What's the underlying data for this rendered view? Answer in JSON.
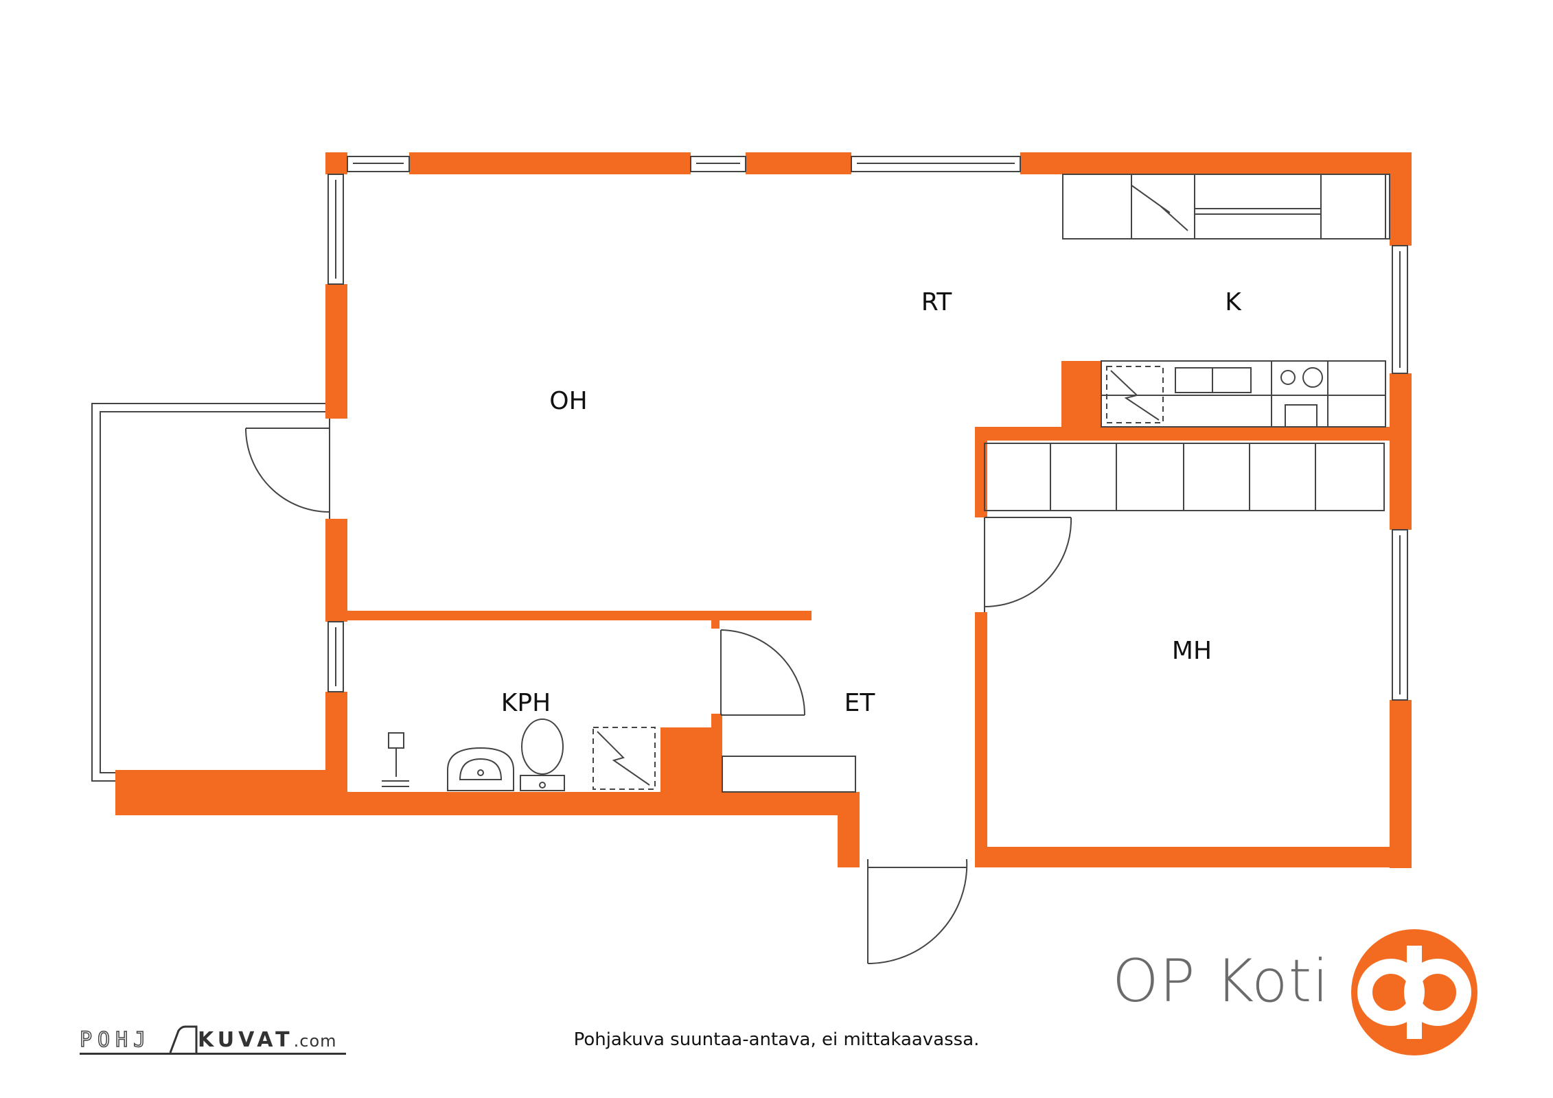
{
  "rooms": {
    "oh": "OH",
    "rt": "RT",
    "k": "K",
    "kph": "KPH",
    "et": "ET",
    "mh": "MH"
  },
  "caption": "Pohjakuva suuntaa-antava, ei mittakaavassa.",
  "brand": {
    "name": "OP Koti",
    "logo_icon": "op-logo-icon"
  },
  "credit": {
    "left": "POHJ",
    "right": "KUVAT",
    "suffix": ".com"
  },
  "colors": {
    "wall": "#f26b21",
    "line": "#333333",
    "brand_text": "#6b6b6b"
  }
}
